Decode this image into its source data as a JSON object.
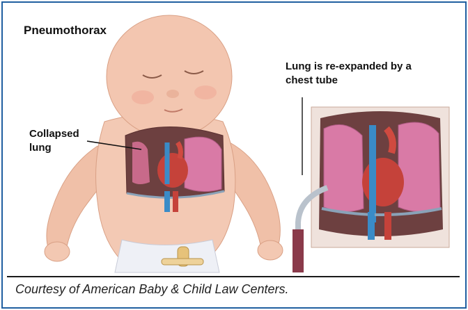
{
  "illustration": {
    "title": "Pneumothorax",
    "label_collapsed_line1": "Collapsed",
    "label_collapsed_line2": "lung",
    "label_reexpanded_line1": "Lung is re-expanded by a",
    "label_reexpanded_line2": "chest tube"
  },
  "caption": "Courtesy of American Baby & Child Law Centers.",
  "colors": {
    "frame_border": "#1f5fa0",
    "skin": "#f2c7b2",
    "lung": "#d97aa6",
    "heart": "#c5423a",
    "vessel_blue": "#3a8bc7",
    "diaper": "#eef0f6"
  }
}
